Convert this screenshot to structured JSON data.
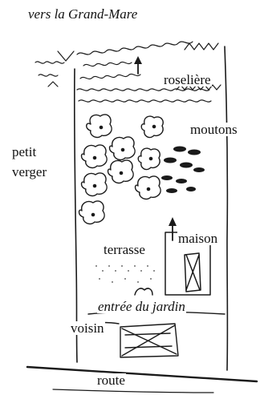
{
  "labels": {
    "north": "vers la Grand-Mare",
    "reeds": "roselière",
    "sheep": "moutons",
    "orchard": "petit verger",
    "house": "maison",
    "terrace": "terrasse",
    "garden_entrance": "entrée du jardin",
    "neighbour": "voisin",
    "road": "route"
  }
}
